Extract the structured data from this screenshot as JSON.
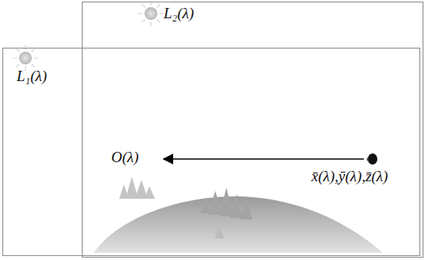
{
  "diagram": {
    "nodes": [
      {
        "text": [
          "L₂(λ)"
        ]
      },
      {
        "text": [
          "L₁(λ)"
        ]
      }
    ],
    "labels": [
      "O(λ)",
      "x̄(λ),ȳ(λ),z̄(λ)"
    ]
  }
}
